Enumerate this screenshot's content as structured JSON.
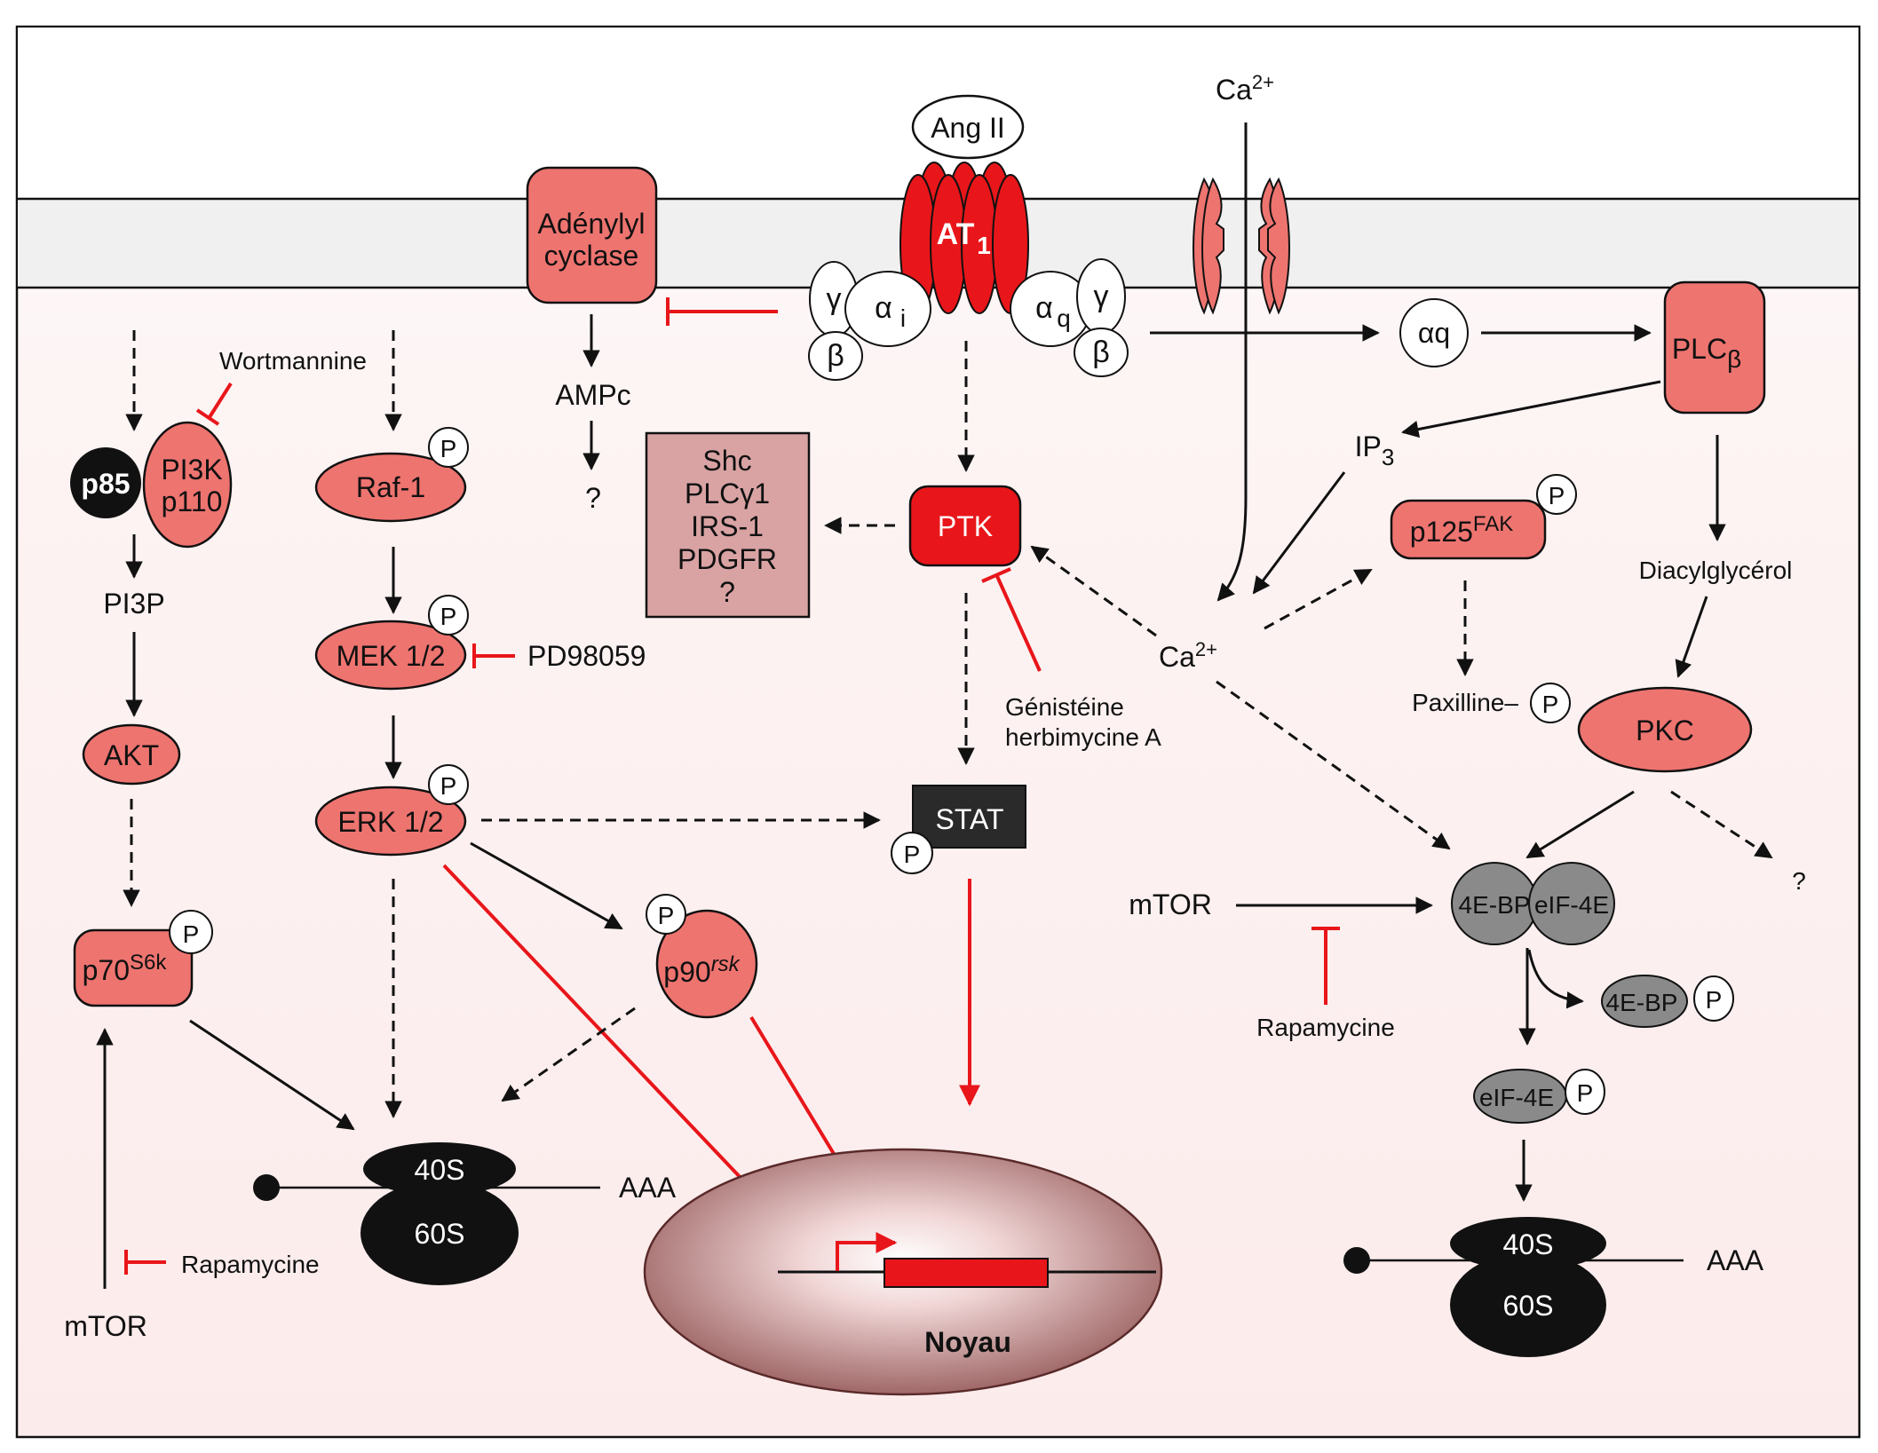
{
  "diagram": {
    "title": "Voies de signalisation du récepteur AT1 de l'angiotensine II",
    "colors": {
      "protein_fill": "#ee7470",
      "receptor_fill": "#e8161a",
      "inhibition": "#e8161a",
      "nuclear_arrow": "#e8161a",
      "dark_complex": "#1a1a1a",
      "grey_complex": "#8a8a8a",
      "adaptor_box": "#d9a3a3",
      "membrane": "#f2f2f2",
      "cytoplasm": "#fdf0f0"
    },
    "membrane": {
      "ligand": "Ang II",
      "receptor": "AT",
      "receptor_sub": "1",
      "adenylyl_line1": "Adénylyl",
      "adenylyl_line2": "cyclase",
      "calcium_extracellular": "Ca",
      "calcium_sup": "2+",
      "gi": {
        "gamma": "γ",
        "alpha": "α",
        "alpha_sub": "i",
        "beta": "β"
      },
      "gq": {
        "gamma": "γ",
        "alpha": "α",
        "alpha_sub": "q",
        "beta": "β"
      }
    },
    "camp_branch": {
      "ampc": "AMPc",
      "unknown": "?"
    },
    "pi3k_branch": {
      "inhibitor": "Wortmannine",
      "p85": "p85",
      "pi3k_line1": "PI3K",
      "pi3k_line2": "p110",
      "pi3p": "PI3P",
      "akt": "AKT",
      "p70": "p70",
      "p70_sup": "S6k",
      "phospho": "P",
      "mtor": "mTOR",
      "rapamycine": "Rapamycine"
    },
    "mapk_branch": {
      "raf": "Raf-1",
      "mek": "MEK 1/2",
      "mek_inhibitor": "PD98059",
      "erk": "ERK 1/2",
      "p90": "p90",
      "p90_sup": "rsk",
      "phospho": "P"
    },
    "ptk_branch": {
      "ptk": "PTK",
      "substrates": [
        "Shc",
        "PLCγ1",
        "IRS-1",
        "PDGFR",
        "?"
      ],
      "inhibitor_line1": "Génistéine",
      "inhibitor_line2": "herbimycine A",
      "stat": "STAT",
      "phospho": "P"
    },
    "calcium_branch": {
      "alpha_q": "αq",
      "plc": "PLC",
      "plc_sub": "β",
      "ip3": "IP",
      "ip3_sub": "3",
      "calcium": "Ca",
      "calcium_sup": "2+",
      "fak": "p125",
      "fak_sup": "FAK",
      "paxilline": "Paxilline–",
      "dag": "Diacylglycérol",
      "pkc": "PKC",
      "unknown": "?",
      "phospho": "P"
    },
    "translation": {
      "mtor": "mTOR",
      "rapamycine": "Rapamycine",
      "bp": "4E-BP",
      "eif": "eIF-4E",
      "phospho": "P"
    },
    "ribosome_left": {
      "small": "40S",
      "large": "60S",
      "polya": "AAA"
    },
    "ribosome_right": {
      "small": "40S",
      "large": "60S",
      "polya": "AAA"
    },
    "nucleus": {
      "label": "Noyau"
    }
  }
}
